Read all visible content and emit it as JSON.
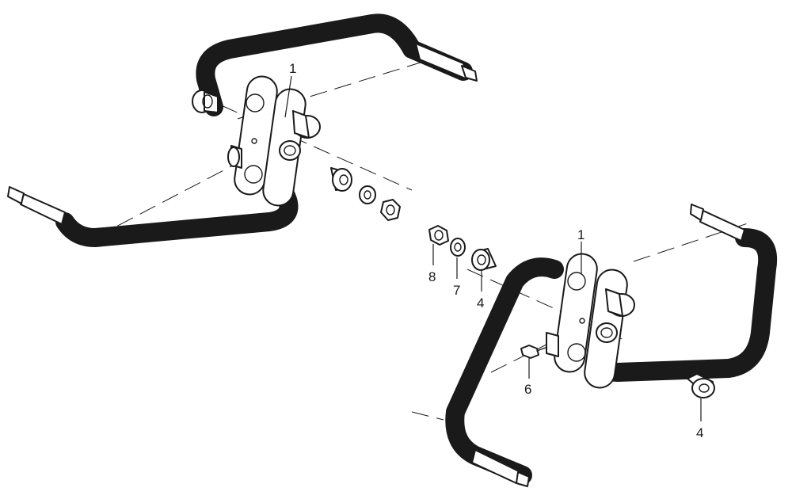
{
  "callouts": {
    "top_frame_part": "1",
    "lower_frame_part": "1",
    "nut": "8",
    "washer": "7",
    "bushing_front": "4",
    "grease_nipple": "6",
    "bushing_rear": "4"
  },
  "colors": {
    "line": "#1a1a1a",
    "background": "#ffffff"
  }
}
